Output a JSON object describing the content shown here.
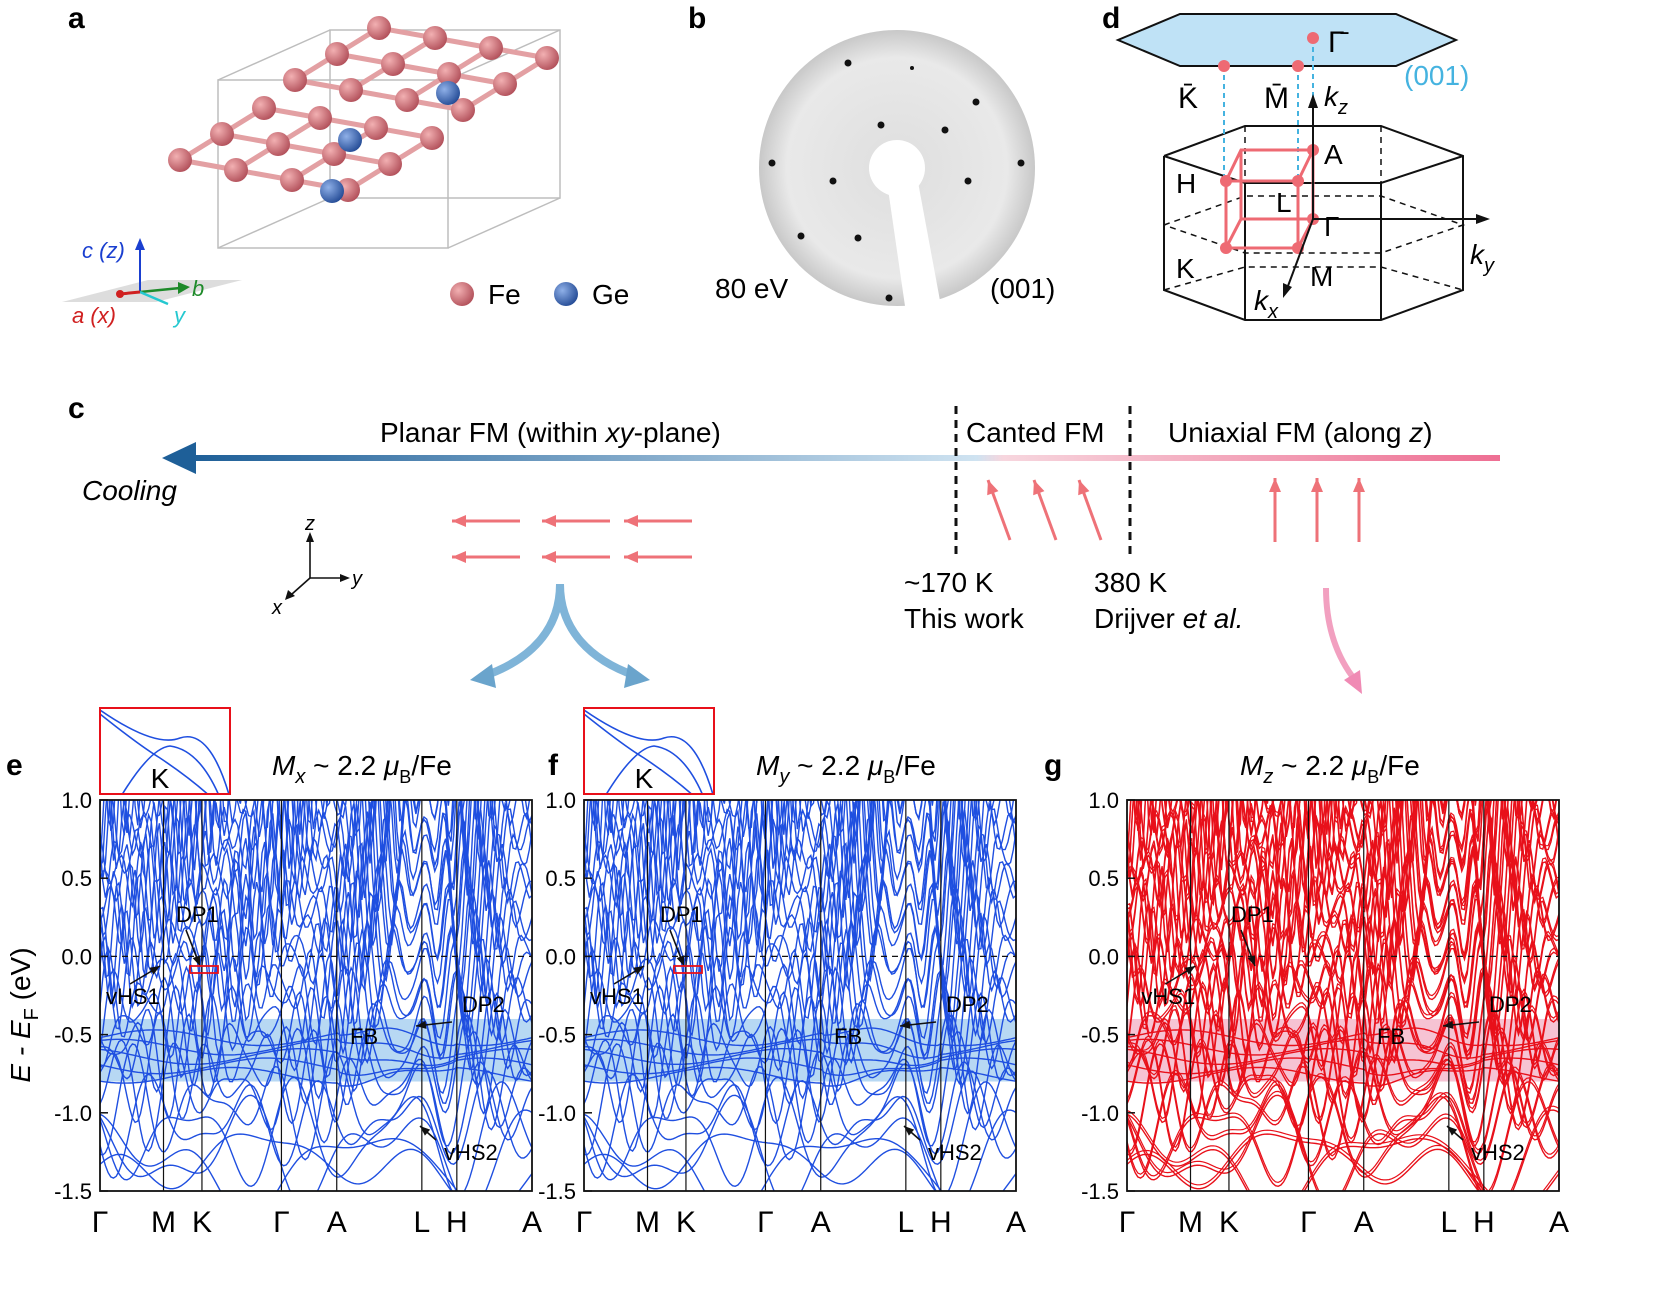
{
  "panel_labels": {
    "a": "a",
    "b": "b",
    "c": "c",
    "d": "d",
    "e": "e",
    "f": "f",
    "g": "g"
  },
  "panel_a": {
    "axis_c": "c (z)",
    "axis_b": "b",
    "axis_a": "a (x)",
    "axis_y": "y",
    "legend": [
      {
        "label": "Fe",
        "color": "#c9686e"
      },
      {
        "label": "Ge",
        "color": "#3a5ea8"
      }
    ]
  },
  "panel_b": {
    "energy": "80 eV",
    "surface": "(001)"
  },
  "panel_d": {
    "gamma_bar": "Γ̄",
    "k_bar": "K̄",
    "m_bar": "M̄",
    "surface": "(001)",
    "kz": "k",
    "kz_sub": "z",
    "ky": "k",
    "ky_sub": "y",
    "kx": "k",
    "kx_sub": "x",
    "points": {
      "A": "A",
      "H": "H",
      "L": "L",
      "Gamma": "Γ",
      "K": "K",
      "M": "M"
    }
  },
  "panel_c": {
    "planar": "Planar FM (within ",
    "planar_xy": "xy",
    "planar_end": "-plane)",
    "canted": "Canted FM",
    "uniaxial": "Uniaxial FM (along ",
    "uniaxial_z": "z",
    "uniaxial_end": ")",
    "cooling": "Cooling",
    "t1": "~170 K",
    "t1_note": "This work",
    "t2": "380 K",
    "t2_note": "Drijver ",
    "t2_etal": "et al.",
    "axes": {
      "z": "z",
      "y": "y",
      "x": "x"
    }
  },
  "colors": {
    "blue_band": "#1f4fe0",
    "red_band": "#e8101a",
    "fb_blue": "#b7d8f3",
    "fb_red": "#f6c3d3",
    "spin": "#ee7278"
  },
  "chart_data": [
    {
      "type": "line",
      "panel": "e",
      "title_M": "M",
      "title_sub": "x",
      "title_rest": " ~ 2.2 ",
      "title_mu": "μ",
      "title_musub": "B",
      "title_unit": "/Fe",
      "ylabel": "E - E",
      "ylabel_sub": "F",
      "ylabel_unit": " (eV)",
      "ylim": [
        -1.5,
        1.0
      ],
      "yticks": [
        "1.0",
        "0.5",
        "0.0",
        "-0.5",
        "-1.0",
        "-1.5"
      ],
      "kpath": [
        "Γ",
        "M",
        "K",
        "Γ",
        "A",
        "L",
        "H",
        "A"
      ],
      "flat_band_range": [
        -0.8,
        -0.4
      ],
      "fermi_level": 0.0,
      "annotations": [
        "DP1",
        "vHS1",
        "DP2",
        "FB",
        "vHS2"
      ],
      "inset": "K"
    },
    {
      "type": "line",
      "panel": "f",
      "title_M": "M",
      "title_sub": "y",
      "title_rest": " ~ 2.2 ",
      "title_mu": "μ",
      "title_musub": "B",
      "title_unit": "/Fe",
      "ylim": [
        -1.5,
        1.0
      ],
      "yticks": [
        "1.0",
        "0.5",
        "0.0",
        "-0.5",
        "-1.0",
        "-1.5"
      ],
      "kpath": [
        "Γ",
        "M",
        "K",
        "Γ",
        "A",
        "L",
        "H",
        "A"
      ],
      "flat_band_range": [
        -0.8,
        -0.4
      ],
      "fermi_level": 0.0,
      "annotations": [
        "DP1",
        "vHS1",
        "DP2",
        "FB",
        "vHS2"
      ],
      "inset": "K"
    },
    {
      "type": "line",
      "panel": "g",
      "title_M": "M",
      "title_sub": "z",
      "title_rest": " ~ 2.2 ",
      "title_mu": "μ",
      "title_musub": "B",
      "title_unit": "/Fe",
      "ylim": [
        -1.5,
        1.0
      ],
      "yticks": [
        "1.0",
        "0.5",
        "0.0",
        "-0.5",
        "-1.0",
        "-1.5"
      ],
      "kpath": [
        "Γ",
        "M",
        "K",
        "Γ",
        "A",
        "L",
        "H",
        "A"
      ],
      "flat_band_range": [
        -0.8,
        -0.4
      ],
      "fermi_level": 0.0,
      "annotations": [
        "DP1",
        "vHS1",
        "DP2",
        "FB",
        "vHS2"
      ]
    }
  ]
}
